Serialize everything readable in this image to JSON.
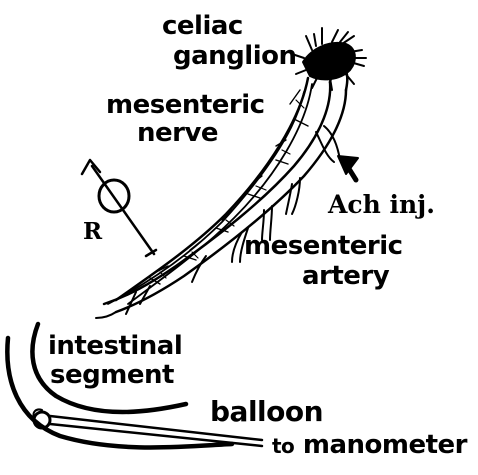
{
  "labels": {
    "celiac_line1": "celiac",
    "celiac_line2": "ganglion",
    "nerve_line1": "mesenteric",
    "nerve_line2": "nerve",
    "ach": "Ach inj.",
    "r": "R",
    "artery_line1": "mesenteric",
    "artery_line2": "artery",
    "intestinal_line1": "intestinal",
    "intestinal_line2": "segment",
    "balloon": "balloon",
    "to": "to",
    "manometer": "manometer"
  },
  "colors": {
    "ink": "#000000",
    "paper": "#ffffff"
  }
}
